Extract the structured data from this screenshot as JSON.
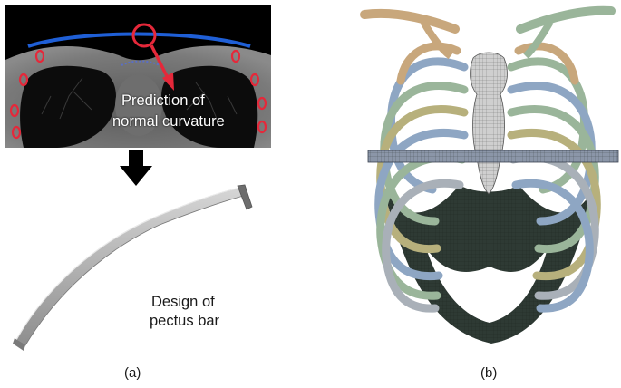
{
  "panel_a": {
    "ct_label_line1": "Prediction of",
    "ct_label_line2": "normal curvature",
    "bar_caption_line1": "Design of",
    "bar_caption_line2": "pectus bar",
    "letter": "(a)",
    "colors": {
      "curvature_line": "#1f5fd6",
      "marker": "#e5283a",
      "arrow": "#000000",
      "bar": "#b9b9b9"
    }
  },
  "panel_b": {
    "letter": "(b)",
    "colors": {
      "rib_blue": "#8ea6c3",
      "rib_green": "#9ab59a",
      "rib_olive": "#b7b07c",
      "rib_tan": "#c8a77c",
      "sternum": "#cfcfcf",
      "cartilage": "#2e3a34",
      "slab": "#8b96a8"
    }
  }
}
